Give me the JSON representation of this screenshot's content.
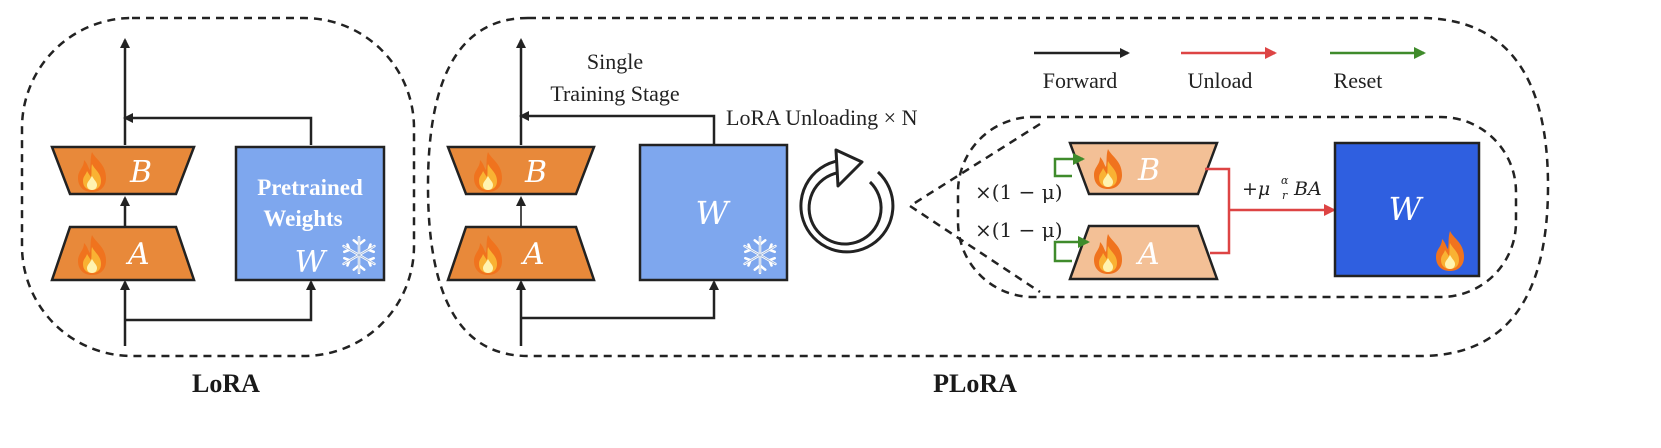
{
  "lora": {
    "caption": "LoRA",
    "block_b": "B",
    "block_a": "A",
    "weights_label_1": "Pretrained",
    "weights_label_2": "Weights",
    "weights_symbol": "W"
  },
  "plora": {
    "caption": "PLoRA",
    "block_b": "B",
    "block_a": "A",
    "weights_symbol": "W",
    "stage_line_1": "Single",
    "stage_line_2": "Training Stage",
    "unloading_label": "LoRA Unloading × N",
    "scale_b": "×(1 − μ)",
    "scale_a": "×(1 − μ)",
    "merge_expr": "+μ",
    "merge_frac_num": "α",
    "merge_frac_den": "r",
    "merge_tail": "BA",
    "merged_weights_symbol": "W"
  },
  "legend": {
    "forward": "Forward",
    "unload": "Unload",
    "reset": "Reset"
  },
  "colors": {
    "orange_block": "#e8893a",
    "light_orange_block": "#f3c096",
    "frozen_weights": "#7ea7ee",
    "trained_weights": "#2f5fe0",
    "forward_arrow": "#222222",
    "unload_arrow": "#dd4444",
    "reset_arrow": "#3f8b2b"
  },
  "icons": {
    "fire": "fire-icon",
    "snowflake": "snowflake-icon",
    "cycle": "cycle-arrow-icon"
  }
}
